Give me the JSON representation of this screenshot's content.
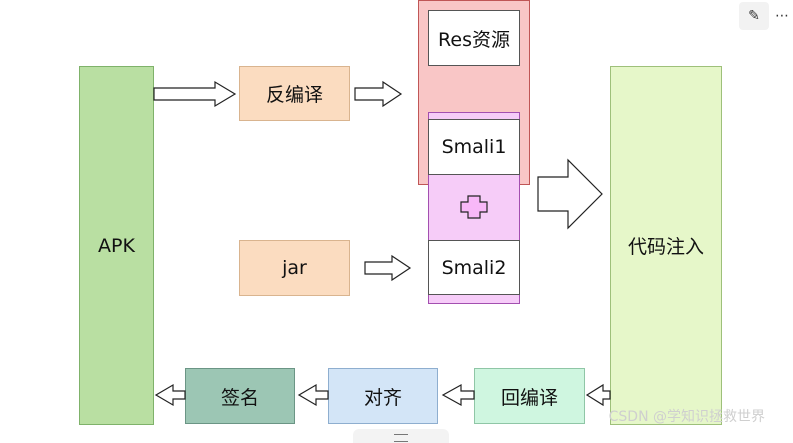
{
  "nodes": {
    "apk": "APK",
    "decompile": "反编译",
    "jar": "jar",
    "res": "Res资源",
    "smali1": "Smali1",
    "smali2": "Smali2",
    "inject": "代码注入",
    "recompile": "回编译",
    "align": "对齐",
    "sign": "签名"
  },
  "watermark": "CSDN @学知识拯救世界",
  "toolbar": {
    "edit_icon": "pencil-icon",
    "more_icon": "more-icon"
  },
  "colors": {
    "apk": "#b9dfa2",
    "decompile": "#fbdcc0",
    "res_group": "#f9c6c6",
    "merge_group": "#f6ccf8",
    "inject": "#e6f7c9",
    "recompile": "#cff6e0",
    "align": "#d3e5f7",
    "sign": "#9cc6b4"
  }
}
